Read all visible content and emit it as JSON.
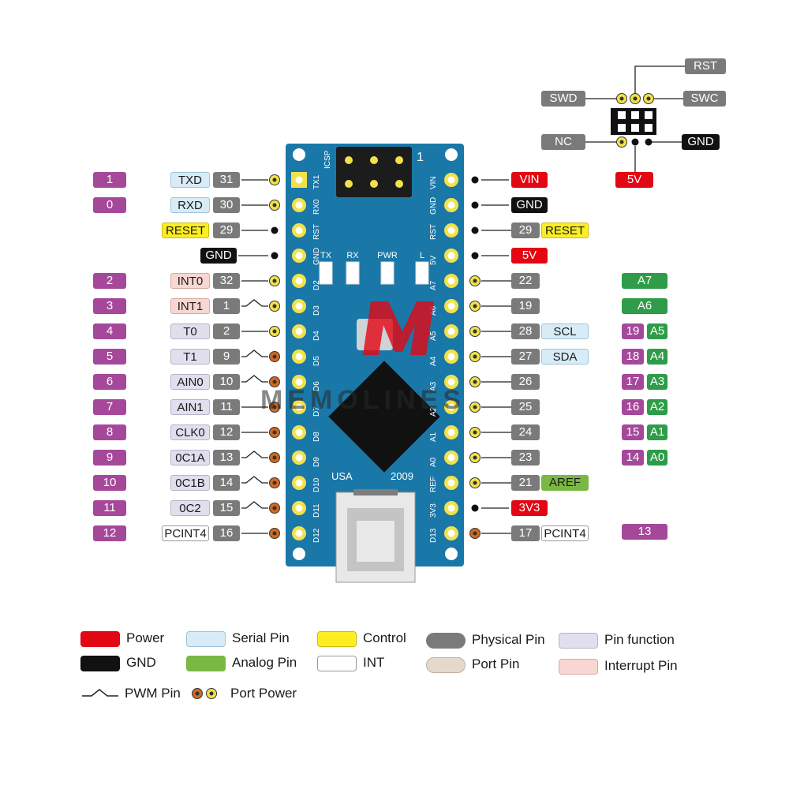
{
  "left_pins": [
    {
      "pin": "1",
      "fn": "TXD",
      "fn_style": "serial",
      "phys": "31",
      "pwm": false,
      "dot": "yellow"
    },
    {
      "pin": "0",
      "fn": "RXD",
      "fn_style": "serial",
      "phys": "30",
      "pwm": false,
      "dot": "yellow"
    },
    {
      "pin": "",
      "fn": "RESET",
      "fn_style": "ctrl",
      "phys": "29",
      "pwm": false,
      "dot": "black"
    },
    {
      "pin": "",
      "fn": "GND",
      "fn_style": "gnd",
      "phys": "",
      "pwm": false,
      "dot": "black"
    },
    {
      "pin": "2",
      "fn": "INT0",
      "fn_style": "intp",
      "phys": "32",
      "pwm": false,
      "dot": "yellow"
    },
    {
      "pin": "3",
      "fn": "INT1",
      "fn_style": "intp",
      "phys": "1",
      "pwm": true,
      "dot": "yellow"
    },
    {
      "pin": "4",
      "fn": "T0",
      "fn_style": "fn",
      "phys": "2",
      "pwm": false,
      "dot": "yellow"
    },
    {
      "pin": "5",
      "fn": "T1",
      "fn_style": "fn",
      "phys": "9",
      "pwm": true,
      "dot": "orange"
    },
    {
      "pin": "6",
      "fn": "AIN0",
      "fn_style": "fn",
      "phys": "10",
      "pwm": true,
      "dot": "orange"
    },
    {
      "pin": "7",
      "fn": "AIN1",
      "fn_style": "fn",
      "phys": "11",
      "pwm": false,
      "dot": "orange"
    },
    {
      "pin": "8",
      "fn": "CLK0",
      "fn_style": "fn",
      "phys": "12",
      "pwm": false,
      "dot": "orange"
    },
    {
      "pin": "9",
      "fn": "0C1A",
      "fn_style": "fn",
      "phys": "13",
      "pwm": true,
      "dot": "orange"
    },
    {
      "pin": "10",
      "fn": "0C1B",
      "fn_style": "fn",
      "phys": "14",
      "pwm": true,
      "dot": "orange"
    },
    {
      "pin": "11",
      "fn": "0C2",
      "fn_style": "fn",
      "phys": "15",
      "pwm": true,
      "dot": "orange"
    },
    {
      "pin": "12",
      "fn": "PCINT4",
      "fn_style": "white",
      "phys": "16",
      "pwm": false,
      "dot": "orange"
    }
  ],
  "right_pins": [
    {
      "power": "VIN",
      "power_style": "pwr",
      "phys": "",
      "fn": "",
      "pin": "",
      "analog": "",
      "dot": "black"
    },
    {
      "power": "GND",
      "power_style": "gnd",
      "phys": "",
      "fn": "",
      "pin": "",
      "analog": "",
      "dot": "black"
    },
    {
      "power": "RESET",
      "power_style": "ctrl",
      "phys": "29",
      "fn": "",
      "pin": "",
      "analog": "",
      "dot": "black"
    },
    {
      "power": "5V",
      "power_style": "pwr",
      "phys": "",
      "fn": "",
      "pin": "",
      "analog": "",
      "dot": "black"
    },
    {
      "power": "",
      "power_style": "",
      "phys": "22",
      "fn": "",
      "pin": "",
      "analog": "A7",
      "dot": "yellow"
    },
    {
      "power": "",
      "power_style": "",
      "phys": "19",
      "fn": "",
      "pin": "",
      "analog": "A6",
      "dot": "yellow"
    },
    {
      "power": "",
      "power_style": "",
      "phys": "28",
      "fn": "SCL",
      "pin": "19",
      "analog": "A5",
      "dot": "yellow"
    },
    {
      "power": "",
      "power_style": "",
      "phys": "27",
      "fn": "SDA",
      "pin": "18",
      "analog": "A4",
      "dot": "yellow"
    },
    {
      "power": "",
      "power_style": "",
      "phys": "26",
      "fn": "",
      "pin": "17",
      "analog": "A3",
      "dot": "yellow"
    },
    {
      "power": "",
      "power_style": "",
      "phys": "25",
      "fn": "",
      "pin": "16",
      "analog": "A2",
      "dot": "yellow"
    },
    {
      "power": "",
      "power_style": "",
      "phys": "24",
      "fn": "",
      "pin": "15",
      "analog": "A1",
      "dot": "yellow"
    },
    {
      "power": "",
      "power_style": "",
      "phys": "23",
      "fn": "",
      "pin": "14",
      "analog": "A0",
      "dot": "yellow"
    },
    {
      "power": "AREF",
      "power_style": "ana2",
      "phys": "21",
      "fn": "",
      "pin": "",
      "analog": "",
      "dot": "yellow"
    },
    {
      "power": "3V3",
      "power_style": "pwr",
      "phys": "",
      "fn": "",
      "pin": "",
      "analog": "",
      "dot": "black"
    },
    {
      "power": "",
      "power_style": "",
      "phys": "17",
      "fn": "PCINT4",
      "pin": "13",
      "analog": "",
      "dot": "orange"
    }
  ],
  "board": {
    "left_labels": [
      "TX1",
      "RX0",
      "RST",
      "GND",
      "D2",
      "D3",
      "D4",
      "D5",
      "D6",
      "D7",
      "D8",
      "D9",
      "D10",
      "D11",
      "D12"
    ],
    "right_labels": [
      "VIN",
      "GND",
      "RST",
      "5V",
      "A7",
      "A6",
      "A5",
      "A4",
      "A3",
      "A2",
      "A1",
      "A0",
      "REF",
      "3V3",
      "D13"
    ],
    "icsp_label": "ICSP",
    "icsp_number": "1",
    "leds": [
      "TX",
      "RX",
      "PWR",
      "L"
    ],
    "usa": "USA",
    "year": "2009",
    "brand": "MEMOLINES"
  },
  "swd": {
    "rst": "RST",
    "swd": "SWD",
    "swc": "SWC",
    "nc": "NC",
    "gnd": "GND",
    "v5": "5V"
  },
  "legend": {
    "power": "Power",
    "gnd": "GND",
    "serial": "Serial Pin",
    "analog": "Analog Pin",
    "control": "Control",
    "int": "INT",
    "physical": "Physical Pin",
    "port": "Port Pin",
    "function": "Pin function",
    "interrupt": "Interrupt Pin",
    "pwm": "PWM Pin",
    "port_power": "Port Power"
  },
  "colors": {
    "board": "#1a78a8",
    "power": "#e30613",
    "gnd": "#111111",
    "serial": "#d8ecf7",
    "analog": "#79b843",
    "control": "#fcee23",
    "int": "#ffffff",
    "physical": "#7a7a7a",
    "port": "#e5d9cc",
    "function": "#e1deee",
    "interrupt": "#f8d7d2",
    "pin_purple": "#a5489a",
    "analog_green": "#2e9c48"
  }
}
